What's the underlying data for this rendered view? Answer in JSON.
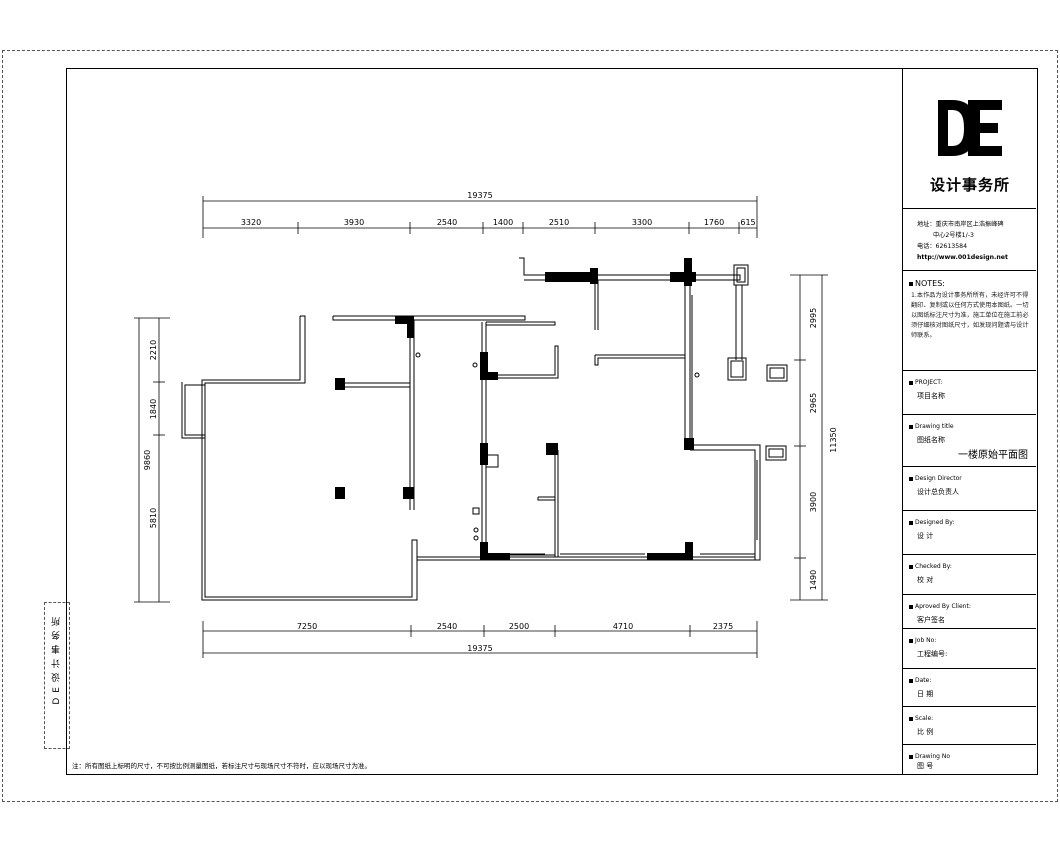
{
  "title_block": {
    "company_name": "设计事务所",
    "contact": {
      "address_line1": "地址：重庆市南岸区上浩振峰碑",
      "address_line2": "中心2号楼1/-3",
      "phone": "电话：62613584",
      "website": "http://www.001design.net"
    },
    "notes": {
      "title": "NOTES:",
      "body": "1.本作品为设计事务所所有，未经许可不得翻印、复制或以任何方式使用本图纸。一切以图纸标注尺寸为准，施工单位在施工前必须仔细核对图纸尺寸，如发现问题请与设计师联系。"
    },
    "fields": [
      {
        "label": "PROJECT:",
        "value": "项目名称"
      },
      {
        "label": "Drawing title",
        "value": "图纸名称",
        "extra": "一楼原始平面图"
      },
      {
        "label": "Design Director",
        "value": "设计总负责人"
      },
      {
        "label": "Designed By:",
        "value": "设 计"
      },
      {
        "label": "Checked By:",
        "value": "校 对"
      },
      {
        "label": "Aproved By Client:",
        "value": "客户签名"
      },
      {
        "label": "Job No:",
        "value": "工程编号:"
      },
      {
        "label": "Date:",
        "value": "日 期"
      },
      {
        "label": "Scale:",
        "value": "比 例"
      },
      {
        "label": "Drawing No",
        "value": "图 号"
      }
    ]
  },
  "side_stamp": "DE设计事务所",
  "footnote": "注：所有图纸上标明的尺寸，不可按比例测量图纸，若标注尺寸与现场尺寸不符时，应以现场尺寸为准。",
  "dimensions": {
    "top_total": "19375",
    "top_segments": [
      "3320",
      "3930",
      "2540",
      "1400",
      "2510",
      "3300",
      "1760",
      "615"
    ],
    "bottom_total": "19375",
    "bottom_segments": [
      "7250",
      "2540",
      "2500",
      "4710",
      "2375"
    ],
    "left_total": "9860",
    "left_segments": [
      "2210",
      "1840",
      "5810"
    ],
    "right_total": "11350",
    "right_segments": [
      "2995",
      "2965",
      "3900",
      "1490"
    ]
  }
}
